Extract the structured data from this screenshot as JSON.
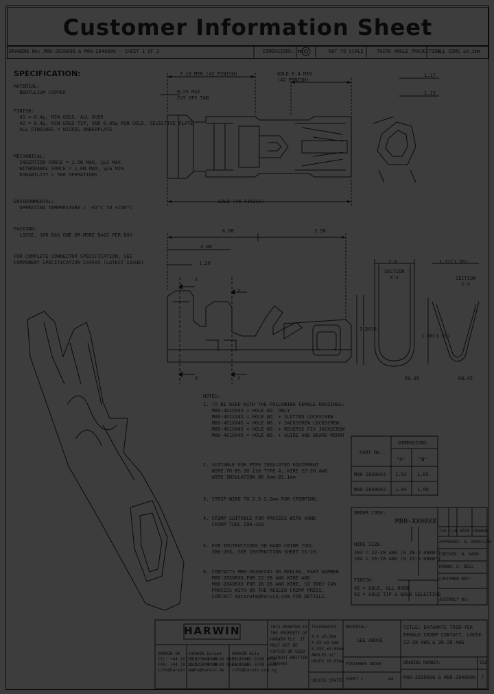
{
  "title": "Customer Information Sheet",
  "header": {
    "drawing_no": "DRAWING No: M80-2830006 & M80-2840006 - SHEET 1 OF 2",
    "dimensions": "DIMENSIONS: mm",
    "scale": "NOT TO SCALE",
    "projection": "THIRD ANGLE PROJECTION",
    "tolerance": "ALL DIMS ±0.1mm"
  },
  "spec": {
    "heading": "SPECIFICATION:",
    "material": "MATERIAL:\n  BERYLLIUM COPPER",
    "finish": "FINISH:\n  45 = 0.4μ, MIN GOLD, ALL OVER\n  42 = 0.4μ, MIN GOLD TIP, AND 0.05μ MIN GOLD, SELECTIVE PLATE\n  ALL FINISHES = NICKEL UNDERPLATE",
    "mechanical": "MECHANICAL:\n  INSERTION FORCE = 2.5N MAX, ¼LG MAX\n  WITHDRAWAL FORCE = 1.0N MAX, ¼LG MIN\n  DURABILITY = 500 OPERATIONS",
    "environmental": "ENVIRONMENTAL:\n  OPERATING TEMPERATURE = -65°C TO +150°C",
    "packing": "PACKING:\n  LOOSE, 100 BAG ONE OR MORE BAGS PER BOX",
    "complete": "FOR COMPLETE CONNECTOR SPECIFICATION, SEE\nCOMPONENT SPECIFICATION C045XX (LATEST ISSUE)"
  },
  "dims_top": {
    "d1": "7.10 MIN (42 FINISH)",
    "d2": "GOLD 0.4 MIN\n(42 FINISH)",
    "d3": "0.25 MAX\nCUT OFF TAB",
    "d4": "1.17",
    "d5": "1.15",
    "d6": "GOLD (45 FINISH)"
  },
  "dims_side": {
    "d1": "6.88",
    "d2": "3.50",
    "d3": "4.00",
    "d4": "1.20",
    "x": "X",
    "y": "Y",
    "x2": "X",
    "y2": "Y",
    "h": "2.10"
  },
  "sections": {
    "a_label": "SECTION\nX-X",
    "b_label": "SECTION\nY-Y",
    "a_dim": "2.0",
    "b_dim": "1.71(1.55)",
    "a_h": "2.10",
    "b_h": "1.60(1.50)",
    "a_r": "R0.35",
    "b_r": "R0.45"
  },
  "notes": {
    "heading": "NOTES:",
    "n1": "1. TO BE USED WITH THE FOLLOWING FEMALE HOUSINGS:\n   M80-461XX45 = HOLE NO. ONLY\n   M80-461XX45 = HOLE NO. + SLOTTED LOCKSCREW\n   M80-461XX45 = HOLE NO. + JACKSCREW LOCKSCREW\n   M80-461XX45 = HOLE NO. + REVERSE FIX JACKSCREW\n   M80-461XX45 = HOLE NO. + GUIDE AND BOARD MOUNT",
    "n2": "2. SUITABLE FOR PTFE INSULATED EQUIPMENT\n   WIRE TO BS 3G 210 TYPE A, WIRE 22-28 AWG.\n   WIRE INSULATION Ø0.6mm-Ø1.1mm",
    "n3": "3. STRIP WIRE TO 2.5-3.0mm FOR CRIMPING.",
    "n4": "4. CRIMP SUITABLE FOR PROCESS WITH HAND\n   CRIMP TOOL Z80-263.",
    "n5": "5. FOR INSTRUCTIONS ON HAND CRIMP TOOL\n   Z80-263, SEE INSTRUCTION SHEET IS-20.",
    "n6": "6. CONTACTS M80-2830XX45 OR REELED, PART NUMBER\n   M80-2830RXX FOR 22-28 AWG WIRE AND\n   M80-2840RXX FOR 26-28 AWG WIRE, SO THEY CAN\n   PROCESS WITH ON THE REELED CRIMP PRESS.\n   CONTACT datarate@harwin.com FOR DETAILS."
  },
  "part_table": {
    "header_part": "PART No.",
    "header_dims": "DIMENSIONS",
    "col_a": "\"A\"",
    "col_b": "\"B\"",
    "rows": [
      {
        "part": "M80-2830042",
        "a": "1.03",
        "b": "1.65"
      },
      {
        "part": "M80-2840042",
        "a": "1.04",
        "b": "1.60"
      }
    ]
  },
  "order": {
    "label": "ORDER CODE:",
    "code": "M80-XX00XX",
    "wire_label": "WIRE SIZE:",
    "wire": "283 = 22-28 AWG (0.28-0.08mm²)\n284 = 26-28 AWG (0.15-0.08mm²)",
    "finish_label": "FINISH:",
    "finish": "45 = GOLD, ALL OVER\n42 = GOLD TIP & GOLD SELECTIVE"
  },
  "rev": {
    "h1": "ISS",
    "h2": "C/N",
    "h3": "DATE",
    "h4": "CHANGE",
    "approved": "APPROVED: A. MCMILLAN",
    "checked": "CHECKED: N. NASH",
    "drawn": "DRAWN: D. BELL",
    "customer": "CUSTOMER REF:",
    "assembly": "ASSEMBLY No:"
  },
  "footer": {
    "logo": "HARWIN",
    "uk": "HARWIN UK\nTEL: +44 (0)23 9231 4545\nFAX: +44 (0)23 9237 0988\ninfo@harwin.com",
    "europe": "HARWIN Europe\nTEL: +49 (0)89 9961 0910\nFAX: +49 (0)89 9961 0920\ninfo@harwin.de",
    "asia": "HARWIN Asia\nTEL: +65 6749 0030\nFAX: +65 6749 5031\ninfo@harwin.com.sg",
    "notice": "THIS DRAWING IS\nTHE PROPERTY OF\nHARWIN PLC. IT\nMUST NOT BE\nCOPIED OR USED\nWITHOUT WRITTEN\nCONSENT",
    "tol_label": "TOLERANCES:",
    "tols": "X.X ±0.2mm\nX.XX ±0.1mm\nX.XXX ±0.05mm\nANGLES ±1°\nHOLES ±0.05mm",
    "unless": "UNLESS STATED",
    "material_label": "MATERIAL:",
    "material_value": "SEE ABOVE",
    "finish_label": "FINISH:",
    "finish_value": "SEE ABOVE",
    "title": "TITLE: DATAMATE TRIO-TEK\nFEMALE CRIMP CONTACT, LOOSE\n22-28 AWG & 26-28 AWG",
    "drawing_label": "DRAWING NUMBER:",
    "drawing": "M80-2830006 & M80-2840006",
    "iss_label": "ISS",
    "iss": "7",
    "sheet": "SHEET 1",
    "a4": "A4"
  }
}
